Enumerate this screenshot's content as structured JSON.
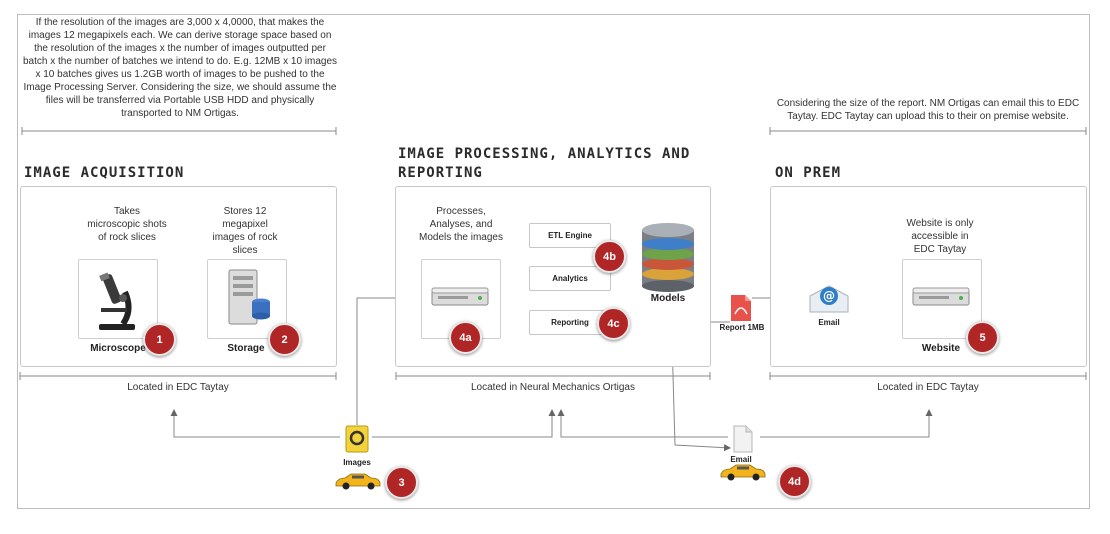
{
  "notes": {
    "storage_calc": "If the resolution of the images are 3,000 x 4,0000, that makes the images 12 megapixels each. We can derive storage space based on the resolution of the images x the number of images outputted per batch x the number of batches we intend to do. E.g. 12MB x 10 images x 10 batches gives us 1.2GB worth of images to be pushed to the Image Processing Server. Considering the size, we should assume the files will be transferred via Portable USB HDD and physically transported to NM Ortigas.",
    "report_size": "Considering the size of the report. NM Ortigas can email this to EDC Taytay. EDC Taytay can upload this to their on premise website."
  },
  "sections": {
    "acquisition": {
      "title": "IMAGE ACQUISITION",
      "location": "Located in EDC Taytay",
      "microscope": {
        "desc": "Takes microscopic shots of rock slices",
        "label": "Microscope",
        "badge": "1",
        "icon": "microscope-icon"
      },
      "storage": {
        "desc": "Stores 12 megapixel images of rock slices",
        "label": "Storage",
        "badge": "2",
        "icon": "storage-server-icon"
      }
    },
    "processing": {
      "title_line1": "IMAGE PROCESSING, ANALYTICS AND",
      "title_line2": "REPORTING",
      "location": "Located in Neural Mechanics Ortigas",
      "server": {
        "desc": "Processes, Analyses, and Models the images",
        "badge": "4a",
        "icon": "server-icon"
      },
      "etl": "ETL Engine",
      "analytics": "Analytics",
      "reporting": "Reporting",
      "badge_4b": "4b",
      "badge_4c": "4c",
      "models": {
        "label": "Models",
        "icon": "database-icon"
      }
    },
    "onprem": {
      "title": "ON PREM",
      "location": "Located in EDC Taytay",
      "email_label": "Email",
      "website": {
        "desc": "Website is only accessible in EDC Taytay",
        "label": "Website",
        "badge": "5",
        "icon": "server-icon"
      }
    }
  },
  "transport": {
    "images_label": "Images",
    "badge_3": "3",
    "email_label": "Email",
    "badge_4d": "4d",
    "report_label": "Report 1MB"
  },
  "colors": {
    "badge": "#b02626",
    "car": "#f2b31b",
    "pdf": "#e8524a",
    "email": "#2f7fc8"
  }
}
